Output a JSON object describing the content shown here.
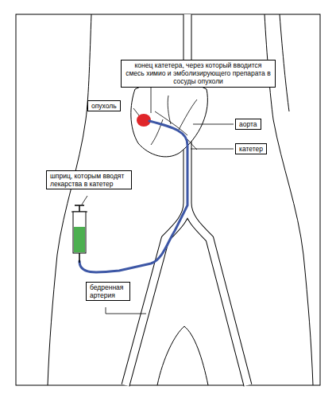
{
  "diagram": {
    "nodes": [
      {
        "text": [
          "конец катетера, через который вводится смесь химио и эмболизирующего препарата в сосуды опухоли"
        ]
      },
      {
        "text": [
          "опухоль"
        ]
      },
      {
        "text": [
          "аорта"
        ]
      },
      {
        "text": [
          "катетер"
        ]
      },
      {
        "text": [
          "шприц, которым вводят лекарства в катетер"
        ]
      },
      {
        "text": [
          "бедренная артерия"
        ]
      }
    ]
  }
}
